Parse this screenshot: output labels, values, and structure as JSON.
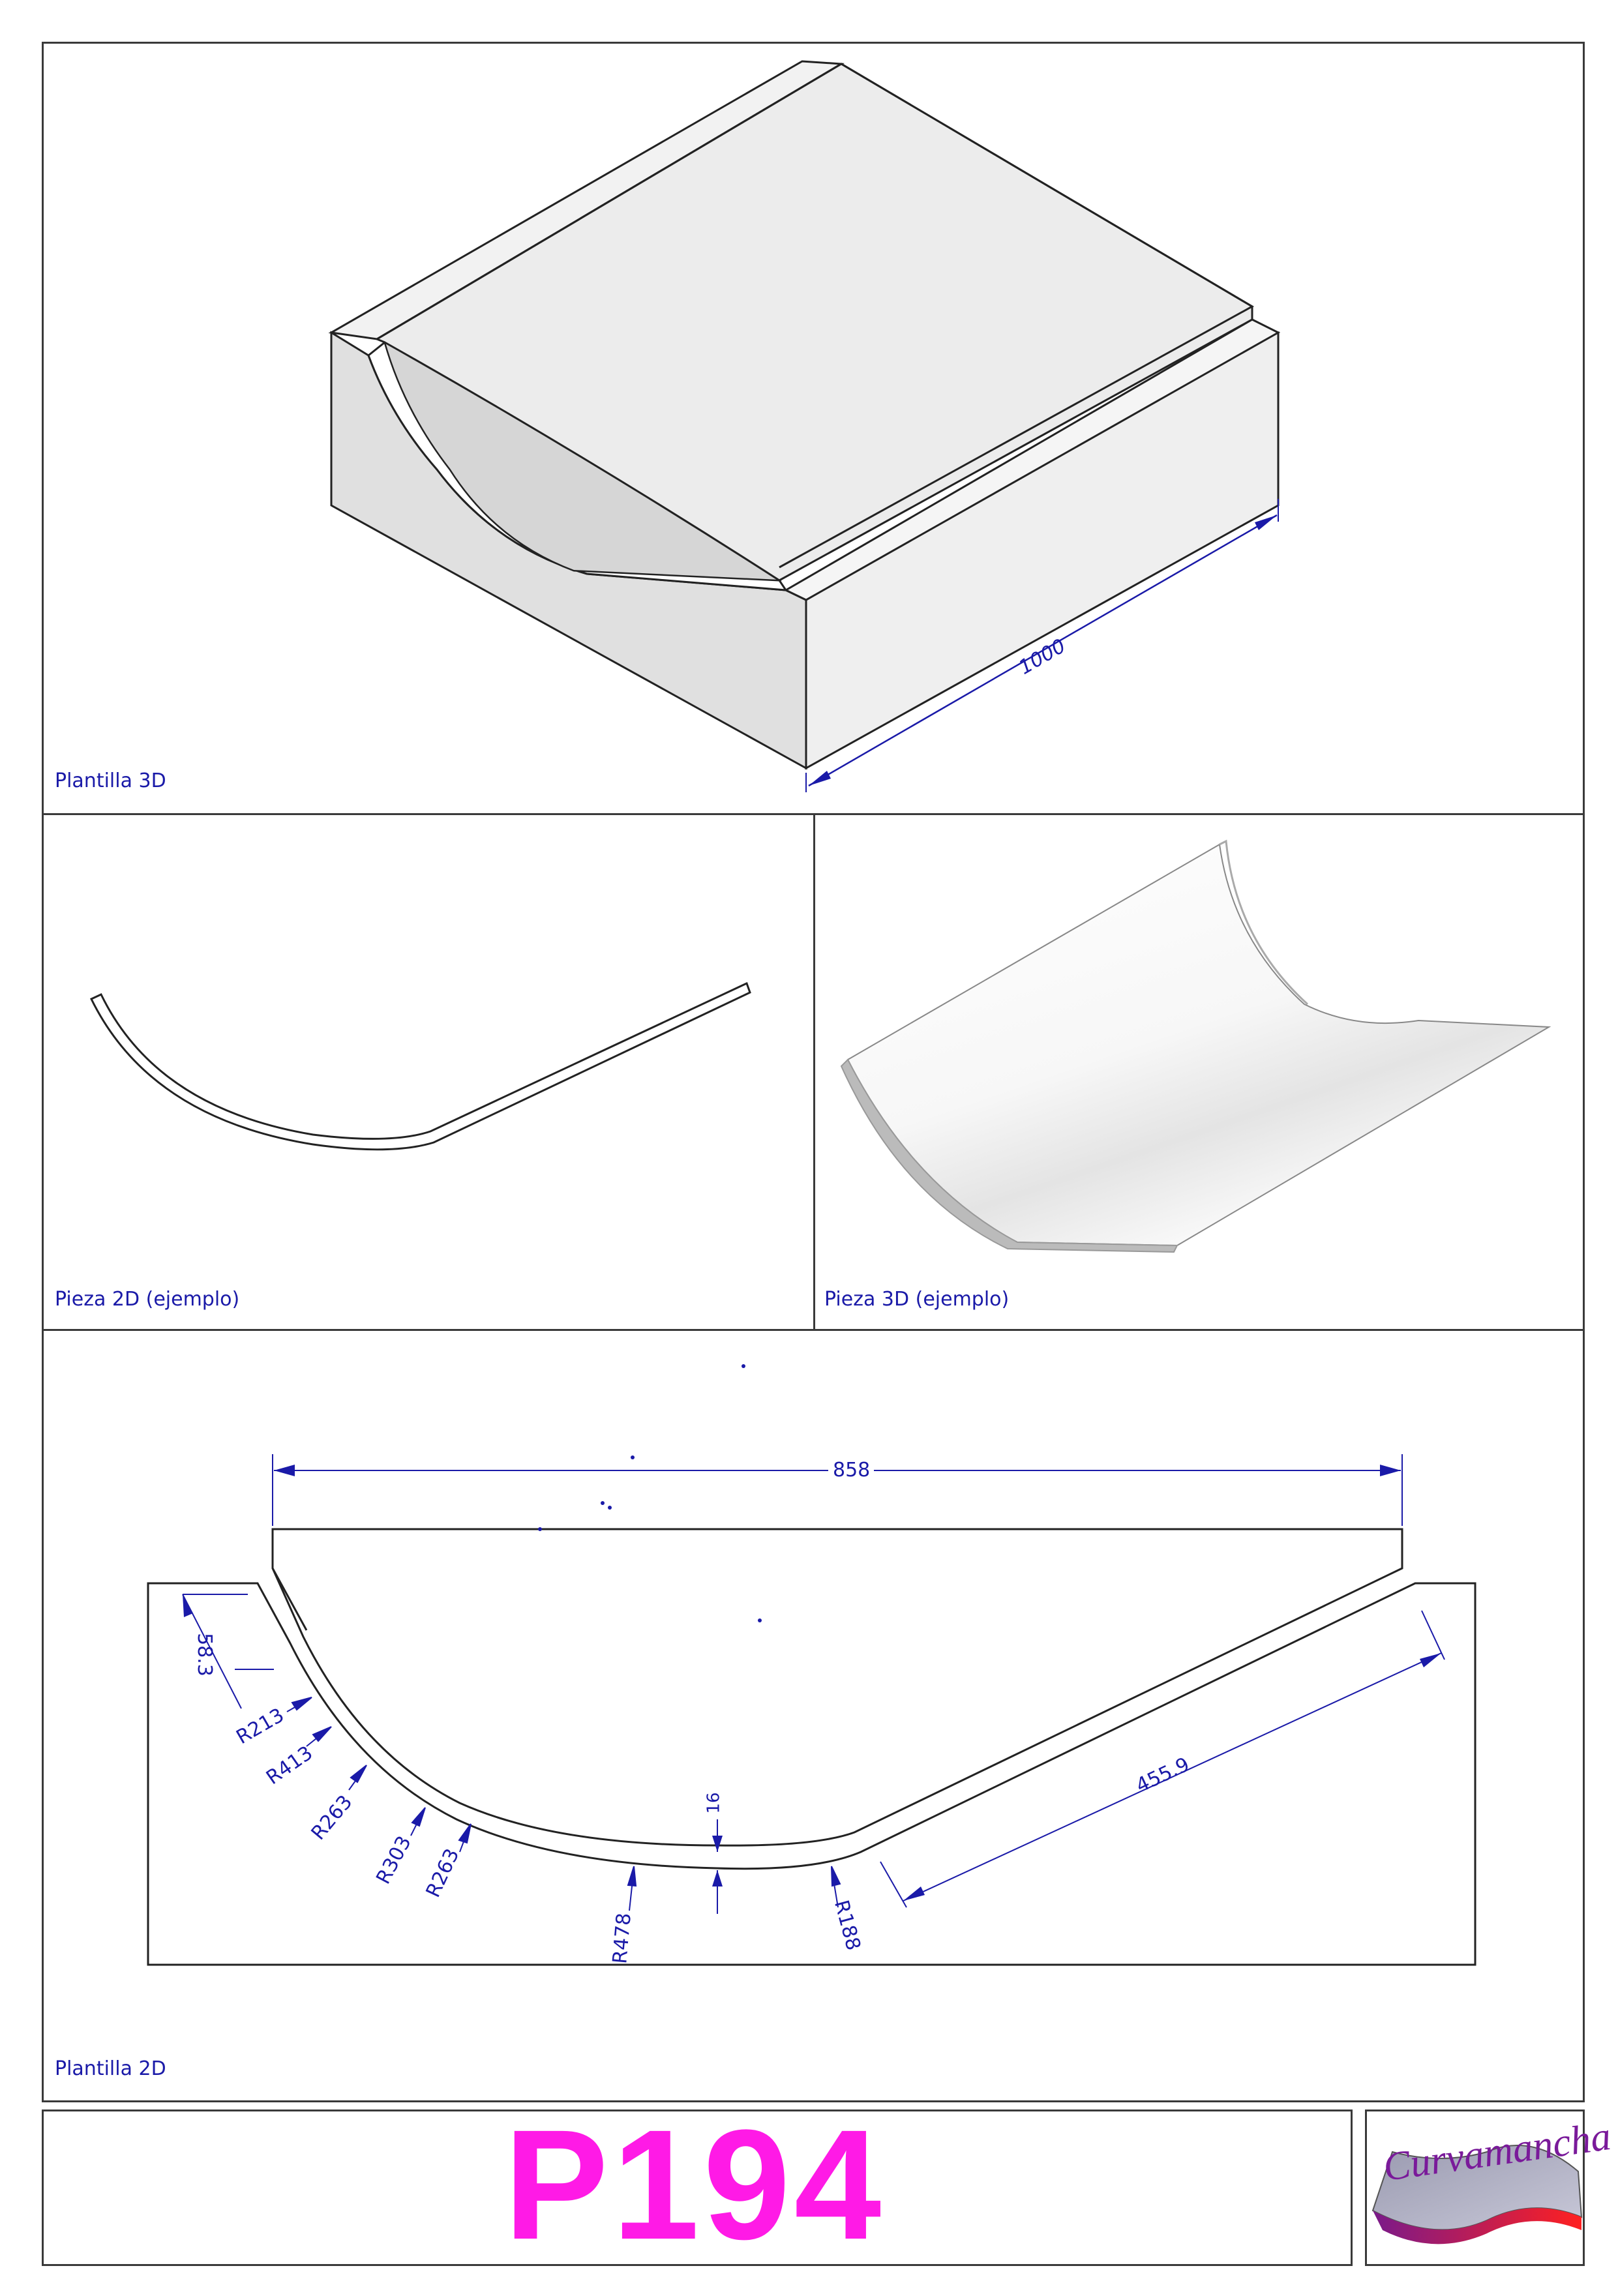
{
  "panels": {
    "plantilla_3d": {
      "label": "Plantilla 3D",
      "dimension": "1000"
    },
    "pieza_2d": {
      "label": "Pieza 2D (ejemplo)"
    },
    "pieza_3d": {
      "label": "Pieza 3D (ejemplo)"
    },
    "plantilla_2d": {
      "label": "Plantilla 2D",
      "dimensions": {
        "width": "858",
        "depth_left": "58.3",
        "thickness": "16",
        "straight_length": "455.9",
        "radii": [
          "R213",
          "R413",
          "R263",
          "R303",
          "R263",
          "R478",
          "R188"
        ]
      }
    }
  },
  "title_block": {
    "code": "P194",
    "logo_text": "Curvamancha"
  },
  "colors": {
    "dimension": "#1a1aa8",
    "code": "#ff1ae6",
    "frame": "#3a3a3a"
  }
}
